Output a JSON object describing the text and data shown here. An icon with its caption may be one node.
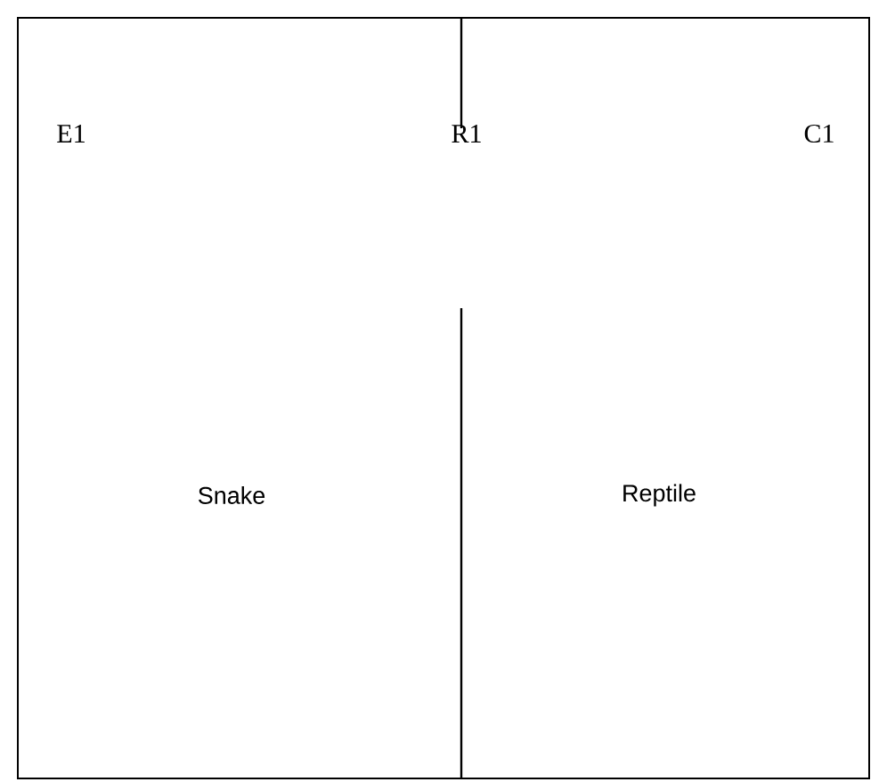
{
  "diagram": {
    "nodes": [
      {
        "text": [
          "E1",
          "Snake"
        ]
      },
      {
        "text": [
          "C1",
          "Reptile"
        ]
      }
    ],
    "labels": [
      "R1"
    ]
  }
}
